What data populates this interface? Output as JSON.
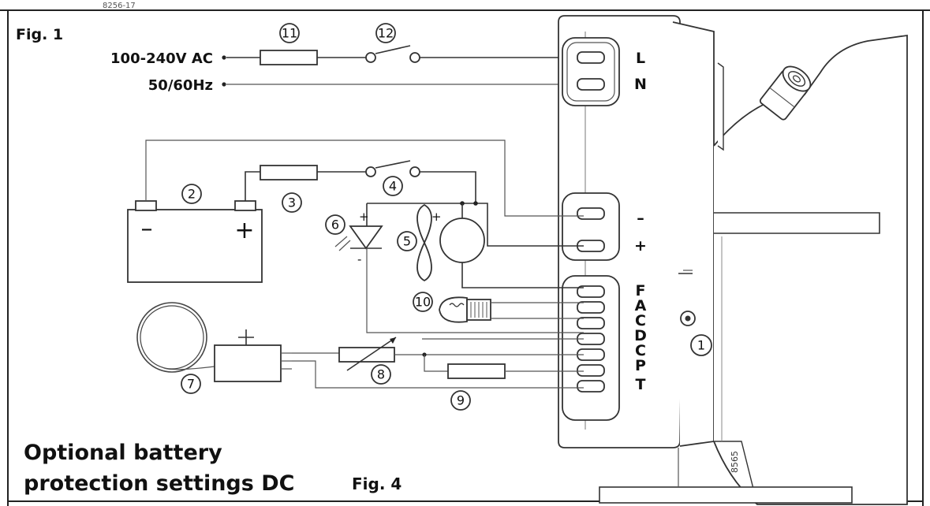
{
  "header_fragment": "8256-17",
  "fig_top": "Fig. 1",
  "fig_bottom": "Fig. 4",
  "supply": {
    "voltage": "100-240V AC",
    "frequency": "50/60Hz"
  },
  "terminals_ac": [
    "L",
    "N"
  ],
  "terminals_dc": [
    "–",
    "+"
  ],
  "terminals_letters": [
    "F",
    "A",
    "C",
    "D",
    "C",
    "P",
    "T"
  ],
  "callouts": [
    "1",
    "2",
    "3",
    "4",
    "5",
    "6",
    "7",
    "8",
    "9",
    "10",
    "11",
    "12"
  ],
  "battery_signs": {
    "minus": "–",
    "plus": "+"
  },
  "polarity": {
    "plus": "+",
    "minus": "-"
  },
  "caption": {
    "line1": "Optional battery",
    "line2": "protection settings DC"
  },
  "code": "8565"
}
